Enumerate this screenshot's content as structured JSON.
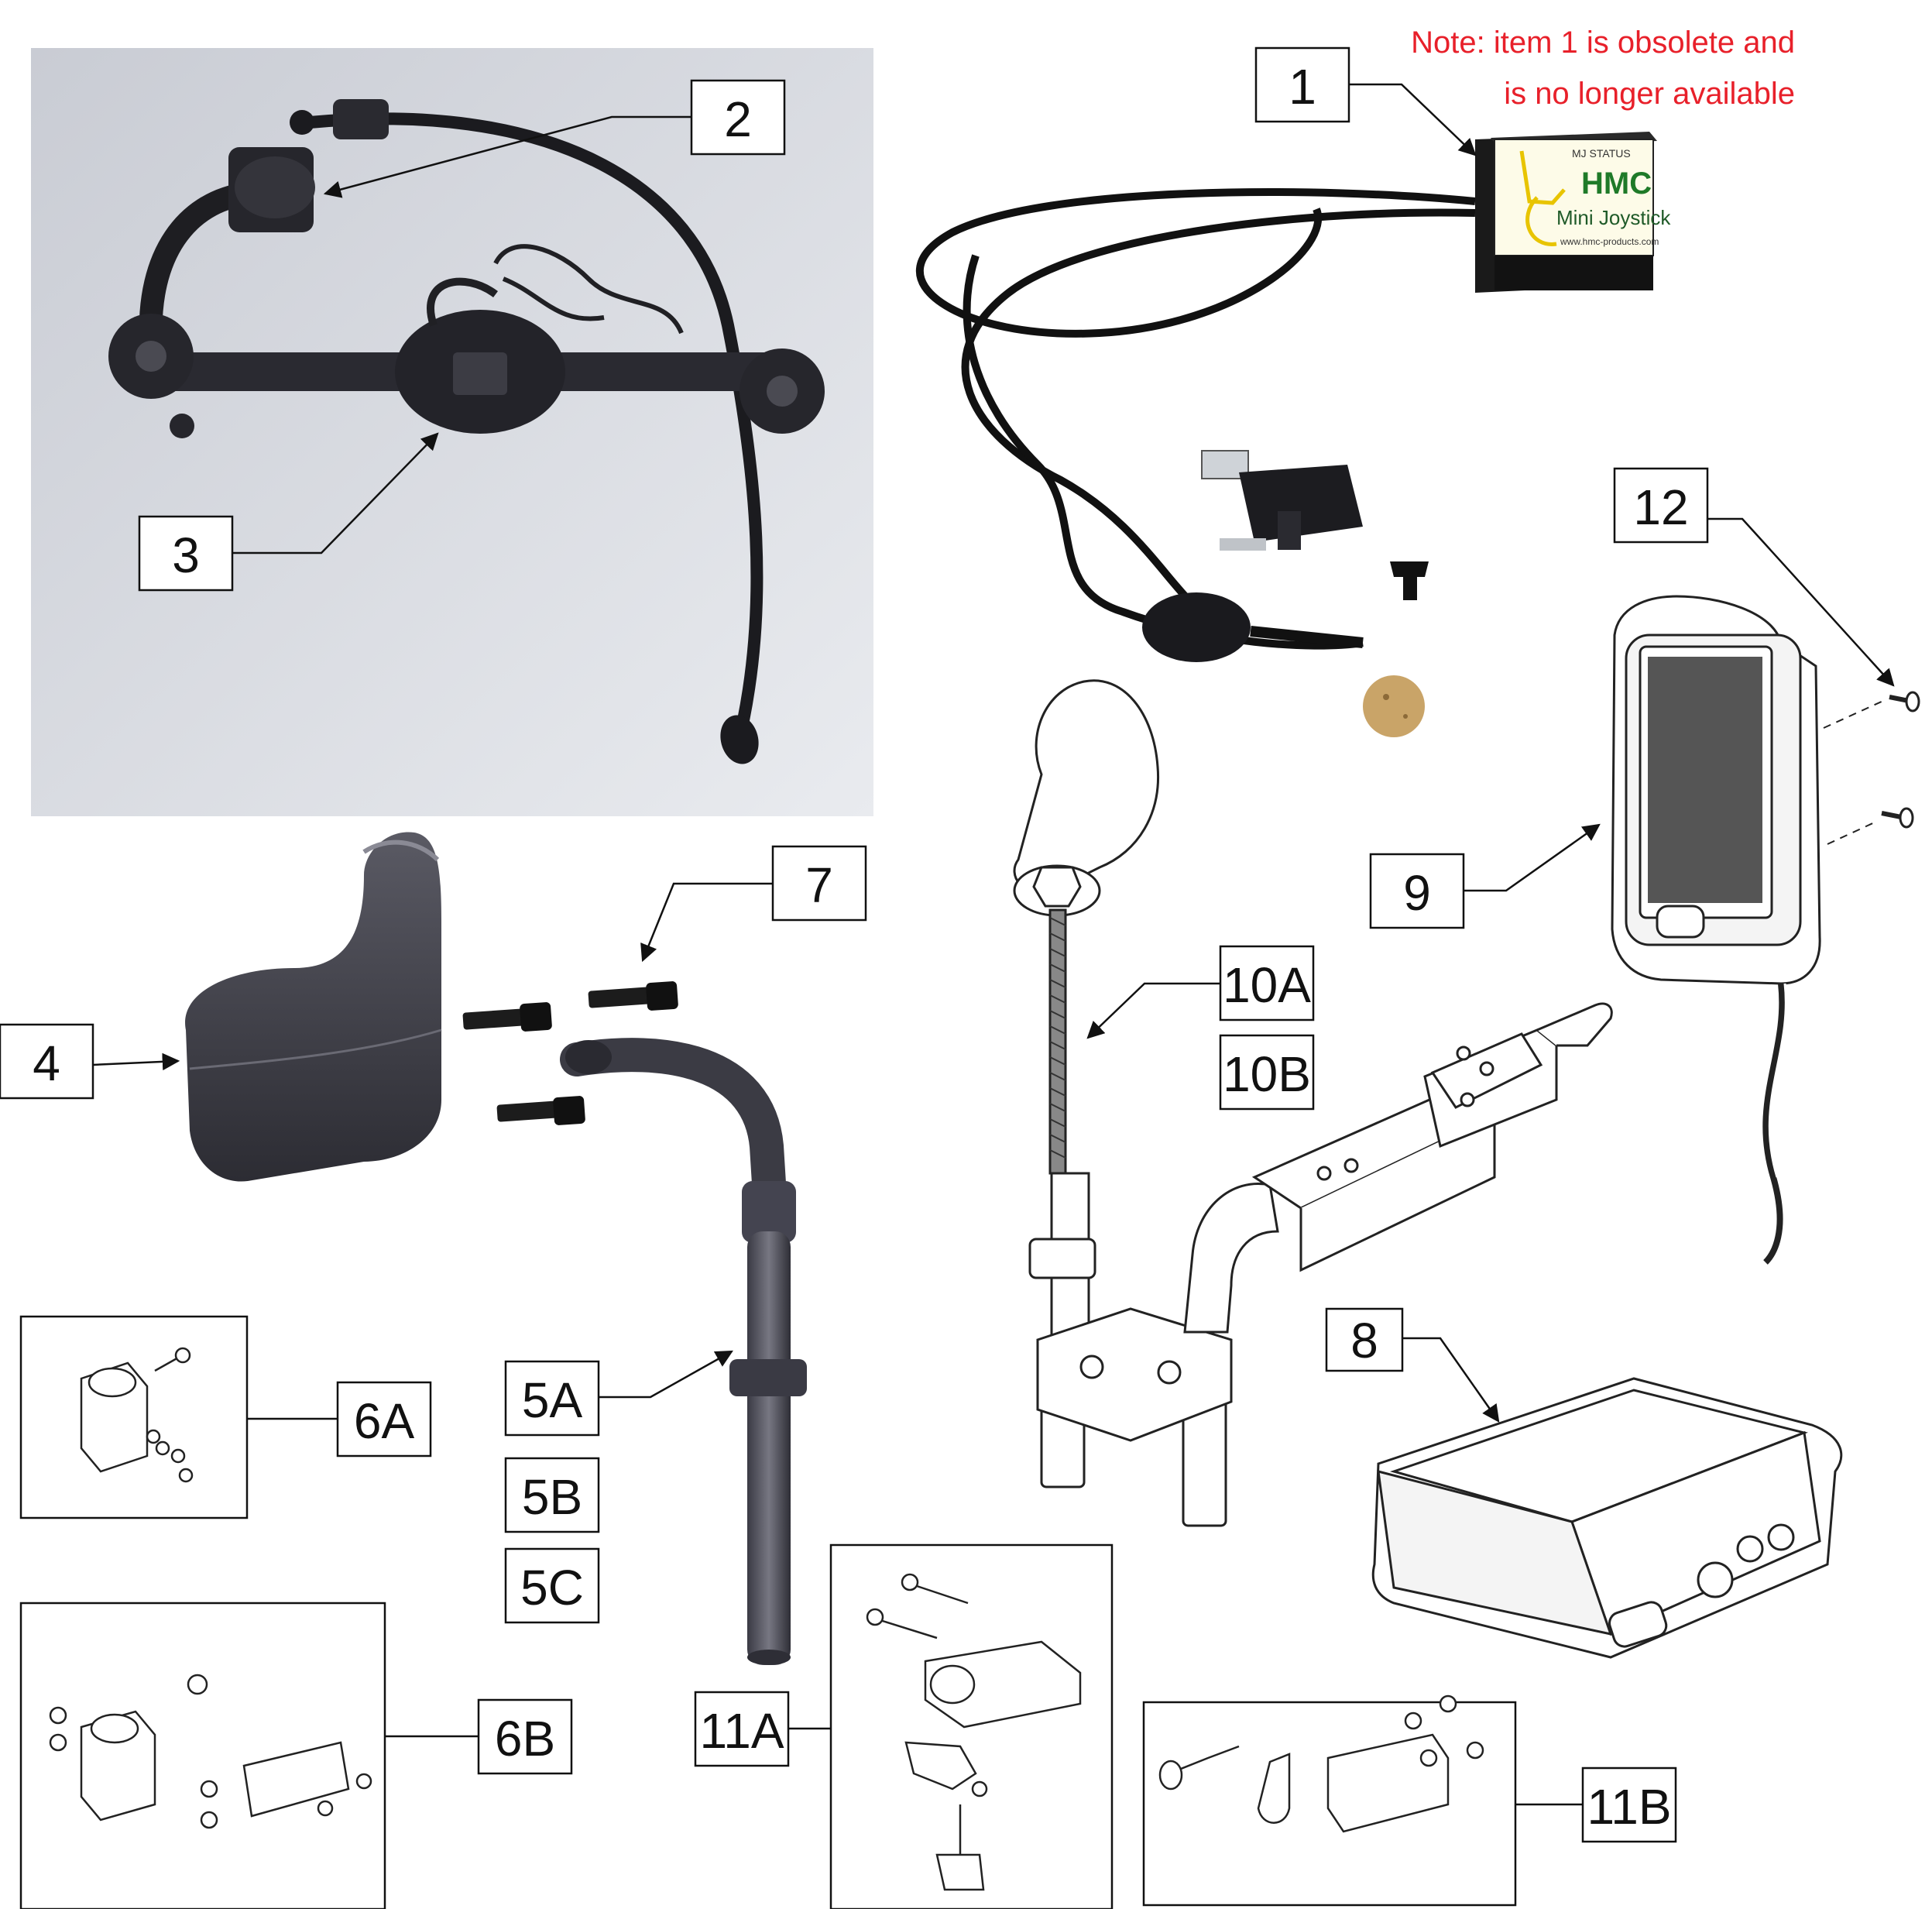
{
  "note": {
    "line1": "Note: item 1 is obsolete and",
    "line2": "is no longer available",
    "color": "#e8202a"
  },
  "device": {
    "brand": "HMC",
    "product": "Mini Joystick",
    "status": "MJ STATUS",
    "url": "www.hmc-products.com"
  },
  "callouts": [
    {
      "id": "1",
      "label": "1"
    },
    {
      "id": "2",
      "label": "2"
    },
    {
      "id": "3",
      "label": "3"
    },
    {
      "id": "4",
      "label": "4"
    },
    {
      "id": "5A",
      "label": "5A"
    },
    {
      "id": "5B",
      "label": "5B"
    },
    {
      "id": "5C",
      "label": "5C"
    },
    {
      "id": "6A",
      "label": "6A"
    },
    {
      "id": "6B",
      "label": "6B"
    },
    {
      "id": "7",
      "label": "7"
    },
    {
      "id": "8",
      "label": "8"
    },
    {
      "id": "9",
      "label": "9"
    },
    {
      "id": "10A",
      "label": "10A"
    },
    {
      "id": "10B",
      "label": "10B"
    },
    {
      "id": "11A",
      "label": "11A"
    },
    {
      "id": "11B",
      "label": "11B"
    },
    {
      "id": "12",
      "label": "12"
    }
  ]
}
